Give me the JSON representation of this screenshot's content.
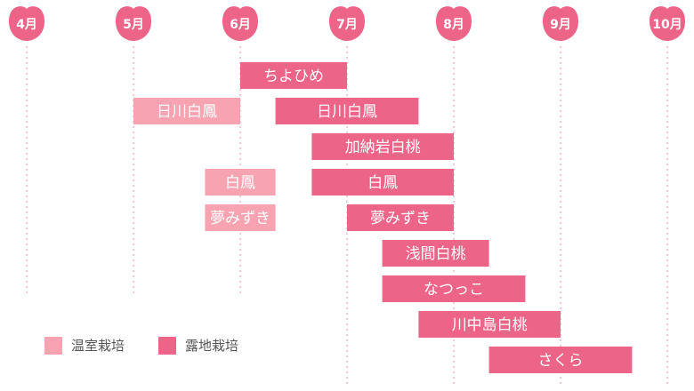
{
  "chart_data": {
    "type": "gantt",
    "months": [
      "4月",
      "5月",
      "6月",
      "7月",
      "8月",
      "9月",
      "10月"
    ],
    "series": [
      {
        "name": "温室栽培",
        "key": "greenhouse",
        "color": "#f7a3b1"
      },
      {
        "name": "露地栽培",
        "key": "field",
        "color": "#ec6487"
      }
    ],
    "bars": [
      {
        "label": "ちよひめ",
        "series": "field",
        "start": 6.0,
        "end": 7.0
      },
      {
        "label": "日川白鳳",
        "series": "greenhouse",
        "start": 5.0,
        "end": 6.0
      },
      {
        "label": "日川白鳳",
        "series": "field",
        "start": 6.33,
        "end": 7.67
      },
      {
        "label": "加納岩白桃",
        "series": "field",
        "start": 6.67,
        "end": 8.0
      },
      {
        "label": "白鳳",
        "series": "greenhouse",
        "start": 5.67,
        "end": 6.33
      },
      {
        "label": "白鳳",
        "series": "field",
        "start": 6.67,
        "end": 8.0
      },
      {
        "label": "夢みずき",
        "series": "greenhouse",
        "start": 5.67,
        "end": 6.33
      },
      {
        "label": "夢みずき",
        "series": "field",
        "start": 7.0,
        "end": 8.0
      },
      {
        "label": "浅間白桃",
        "series": "field",
        "start": 7.33,
        "end": 8.33
      },
      {
        "label": "なつっこ",
        "series": "field",
        "start": 7.33,
        "end": 8.67
      },
      {
        "label": "川中島白桃",
        "series": "field",
        "start": 7.67,
        "end": 9.0
      },
      {
        "label": "さくら",
        "series": "field",
        "start": 8.33,
        "end": 9.67
      }
    ]
  }
}
